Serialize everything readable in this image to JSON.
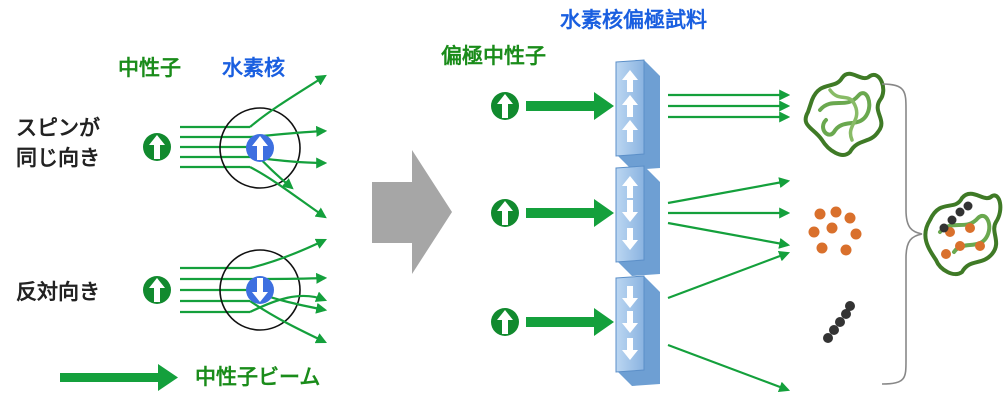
{
  "labels": {
    "neutron": "中性子",
    "hydrogen_nucleus": "水素核",
    "spin_same_line1": "スピンが",
    "spin_same_line2": "同じ向き",
    "opposite": "反対向き",
    "legend_beam": "中性子ビーム",
    "polarized_sample": "水素核偏極試料",
    "polarized_neutron": "偏極中性子"
  },
  "colors": {
    "green_text": "#1a8c1a",
    "blue_text": "#1a5fe0",
    "beam": "#14a03c",
    "neutron_fill": "#118a2e",
    "nucleus_fill": "#3d6fe0",
    "plate_face": "#9dc3ea",
    "plate_side": "#6e9fd3",
    "big_arrow": "#a6a6a6",
    "protein": "#5a9a3a",
    "particle_orange": "#d9702c",
    "particle_dark": "#333333"
  },
  "icons": {
    "neutron": "up-arrow-circle",
    "nucleus_up": "up-arrow-circle",
    "nucleus_down": "down-arrow-circle",
    "protein": "protein-coil-blob",
    "bracket": "right-curly-brace"
  }
}
